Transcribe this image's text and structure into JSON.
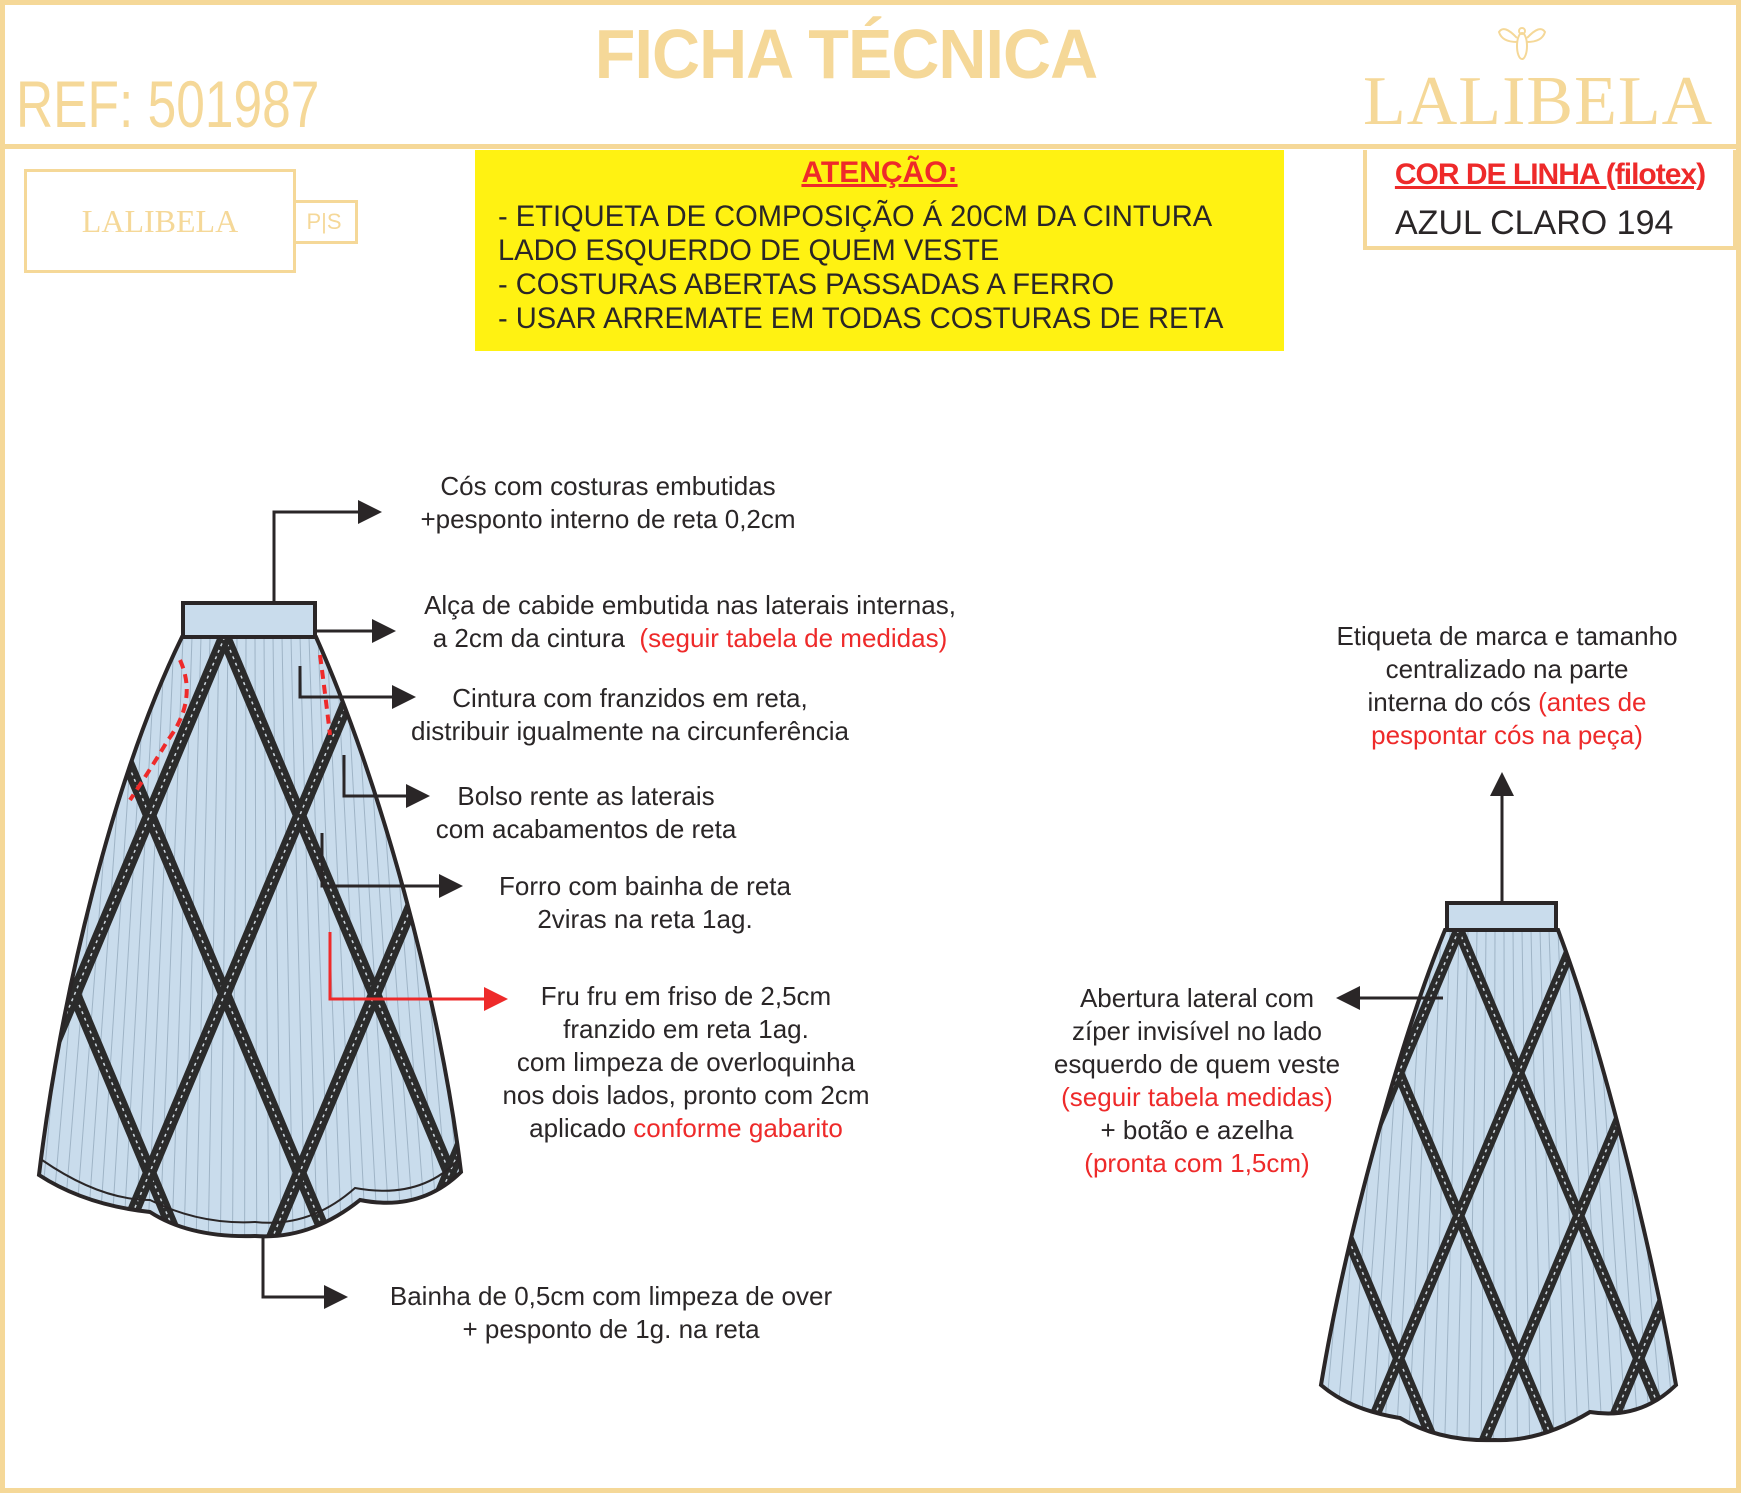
{
  "header": {
    "title": "FICHA TÉCNICA",
    "ref": "REF: 501987",
    "brand": "LALIBELA"
  },
  "label": {
    "brand": "LALIBELA",
    "size": "P|S"
  },
  "attention": {
    "title": "ATENÇÃO:",
    "lines": [
      "- ETIQUETA DE COMPOSIÇÃO Á 20CM DA CINTURA",
      "LADO ESQUERDO DE QUEM VESTE",
      "- COSTURAS ABERTAS PASSADAS A FERRO",
      "- USAR ARREMATE EM TODAS COSTURAS DE RETA"
    ]
  },
  "thread": {
    "title": "COR DE LINHA (filotex)",
    "value": "AZUL CLARO 194"
  },
  "notes": {
    "cos": [
      "Cós com costuras embutidas",
      "+pesponto interno de reta 0,2cm"
    ],
    "alca": {
      "line1": "Alça de cabide embutida nas laterais internas,",
      "line2": "a 2cm da cintura",
      "line2_red": "(seguir tabela de medidas)"
    },
    "cintura": [
      "Cintura com franzidos em reta,",
      "distribuir igualmente na circunferência"
    ],
    "bolso": [
      "Bolso rente as laterais",
      "com acabamentos de reta"
    ],
    "forro": [
      "Forro com bainha de reta",
      "2viras na reta 1ag."
    ],
    "frufru": {
      "lines": [
        "Fru fru em friso de 2,5cm",
        "franzido em reta 1ag.",
        "com limpeza de overloquinha",
        "nos dois lados, pronto com 2cm"
      ],
      "last": "aplicado",
      "last_red": "conforme gabarito"
    },
    "bainha": [
      "Bainha de 0,5cm com limpeza de over",
      "+ pesponto de 1g. na reta"
    ],
    "etiqueta": {
      "line1": "Etiqueta de marca e tamanho",
      "line2": "centralizado na parte",
      "line3": "interna do cós",
      "line3_red": "(antes de",
      "line4_red": "pespontar cós na peça)"
    },
    "abertura": {
      "line1": "Abertura lateral com",
      "line2": "zíper invisível no lado",
      "line3": "esquerdo de quem veste",
      "line4_red": "(seguir tabela medidas)",
      "line5": "+ botão e azelha",
      "line6_red": "(pronta com 1,5cm)"
    }
  },
  "colors": {
    "gold": "#F5D898",
    "yellow": "#FFF212",
    "red": "#EE2A2A",
    "fabric": "#C9DCEC",
    "ink": "#2a2627"
  }
}
